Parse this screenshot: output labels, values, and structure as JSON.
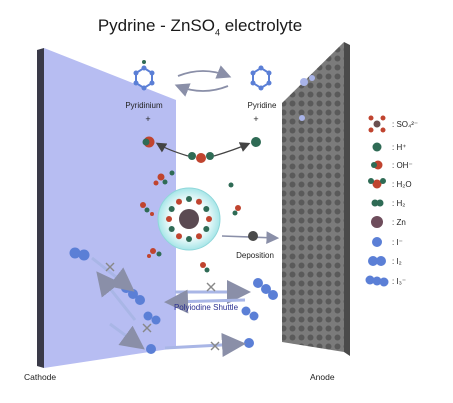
{
  "title": {
    "main": "Pydrine - ZnSO",
    "subscript": "4",
    "suffix": " electrolyte"
  },
  "labels": {
    "pyridinium": "Pyridinium",
    "pyridine": "Pyridine",
    "plus_left": "+",
    "plus_right": "+",
    "deposition": "Deposition",
    "shuttle": "Polyiodine Shuttle",
    "cathode": "Cathode",
    "anode": "Anode"
  },
  "legend": [
    {
      "label": ": SO₄²⁻",
      "icon": "sulfate-icon",
      "color": "#c0442f"
    },
    {
      "label": ": H⁺",
      "icon": "proton-icon",
      "color": "#2f6b55"
    },
    {
      "label": ": OH⁻",
      "icon": "hydroxide-icon",
      "color": "#c0442f"
    },
    {
      "label": ": H₂O",
      "icon": "water-icon",
      "color": "#c0442f"
    },
    {
      "label": ": H₂",
      "icon": "hydrogen-icon",
      "color": "#2f6b55"
    },
    {
      "label": ": Zn",
      "icon": "zinc-icon",
      "color": "#6e4d5c"
    },
    {
      "label": ": I⁻",
      "icon": "iodide-icon",
      "color": "#5b7fd6"
    },
    {
      "label": ": I₂",
      "icon": "iodine-icon",
      "color": "#5b7fd6"
    },
    {
      "label": ": I₃⁻",
      "icon": "triiodide-icon",
      "color": "#5b7fd6"
    }
  ],
  "colors": {
    "cathode_face": "#a9b1ee",
    "cathode_edge": "#3a3a4a",
    "anode_face": "#6f6f6f",
    "iodine": "#5b7fd6",
    "proton": "#2f6b55",
    "oxygen": "#c0442f",
    "zinc": "#5b4a52"
  }
}
